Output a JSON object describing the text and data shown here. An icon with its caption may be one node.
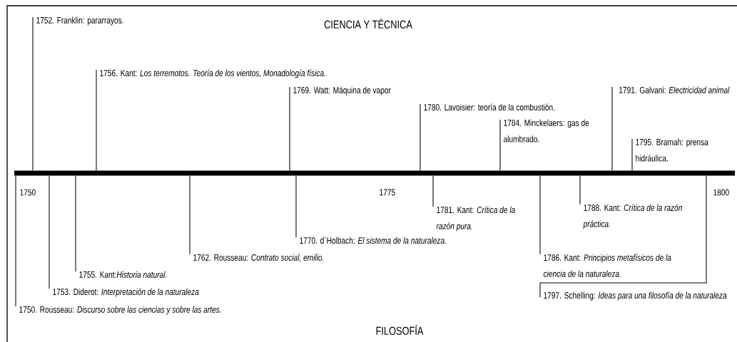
{
  "diagram": {
    "nodes": [
      {
        "text": [],
        "shape": "bar"
      },
      {
        "text": [
          "1752. Franklin: pararrayos."
        ]
      },
      {
        "text": [
          "1756. Kant: *Los terremotos. Teoría de los vientos, Monadología física.*"
        ]
      },
      {
        "text": [
          "1769. Watt: Máquina de vapor"
        ]
      },
      {
        "text": [
          "1780. Lavoisier: teoría de la combustión."
        ]
      },
      {
        "text": [
          "1784. Minckelaers: gas de alumbrado."
        ]
      },
      {
        "text": [
          "1791. Galvani: *Electricidad animal*"
        ]
      },
      {
        "text": [
          "1795. Bramah: prensa hidráulica."
        ]
      },
      {
        "text": [
          "1750. Rousseau: *Discurso sobre las ciencias y sobre las artes.*"
        ]
      },
      {
        "text": [
          "1753. Diderot: *Interpretación de la naturaleza*"
        ]
      },
      {
        "text": [
          "1755. Kant:*Historia natural.*"
        ]
      },
      {
        "text": [
          "1762. Rousseau: *Contrato social, emilio.*"
        ]
      },
      {
        "text": [
          "1770. d´Holbach: *El sistema de la naturaleza.*"
        ]
      },
      {
        "text": [
          "1781. Kant: *Crítica de la razón pura.*"
        ]
      },
      {
        "text": [
          "1786. Kant: *Principios metafísicos de la ciencia de la naturaleza.*"
        ]
      },
      {
        "text": [
          "1788. Kant: *Crítica de la razón práctica.*"
        ]
      },
      {
        "text": [
          "1797. Schelling: *Ideas para una filosofía de la naturaleza*"
        ]
      }
    ],
    "edges": [
      {
        "from": 1,
        "to": 0,
        "arrow": "none"
      },
      {
        "from": 2,
        "to": 0,
        "arrow": "none"
      },
      {
        "from": 3,
        "to": 0,
        "arrow": "none"
      },
      {
        "from": 4,
        "to": 0,
        "arrow": "none"
      },
      {
        "from": 5,
        "to": 0,
        "arrow": "none"
      },
      {
        "from": 6,
        "to": 0,
        "arrow": "none"
      },
      {
        "from": 7,
        "to": 0,
        "arrow": "none"
      },
      {
        "from": 8,
        "to": 0,
        "arrow": "none"
      },
      {
        "from": 9,
        "to": 0,
        "arrow": "none"
      },
      {
        "from": 10,
        "to": 0,
        "arrow": "none"
      },
      {
        "from": 11,
        "to": 0,
        "arrow": "none"
      },
      {
        "from": 12,
        "to": 0,
        "arrow": "none"
      },
      {
        "from": 13,
        "to": 0,
        "arrow": "none"
      },
      {
        "from": 14,
        "to": 0,
        "arrow": "none"
      },
      {
        "from": 15,
        "to": 0,
        "arrow": "none"
      },
      {
        "from": 16,
        "to": 0,
        "arrow": "none"
      }
    ],
    "labels": [
      "CIENCIA Y TÉCNICA",
      "1750",
      "1775",
      "1800",
      "FILOSOFÍA"
    ]
  }
}
